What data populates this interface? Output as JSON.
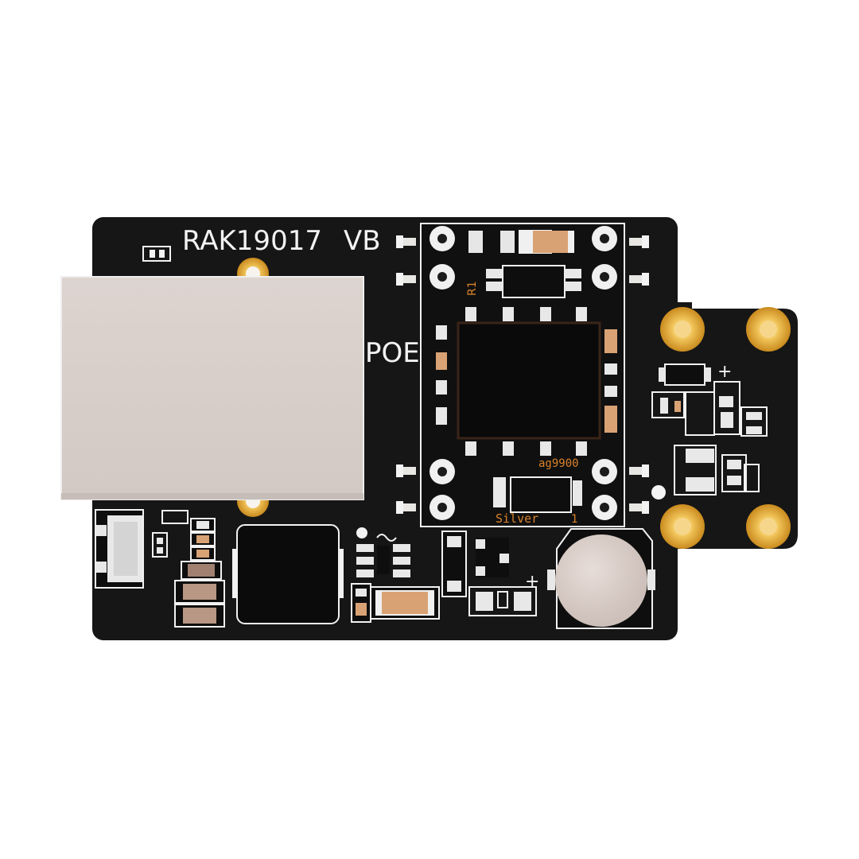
{
  "board": {
    "model_label": "RAK19017",
    "version_label": "VB",
    "poe_label": "POE",
    "ref_r1": "R1",
    "chip_label": "ag9900",
    "silver_label": "Silver",
    "pin1_mark": "1",
    "plus_marks": [
      "+",
      "+"
    ],
    "colors": {
      "pcb": "#161616",
      "silkscreen": "#f2f2f2",
      "gold": "#e2a93a",
      "copper_text": "#d9822b",
      "rj45_shell": "#d8cfcb",
      "coin_cell": "#d8ccc7"
    }
  }
}
